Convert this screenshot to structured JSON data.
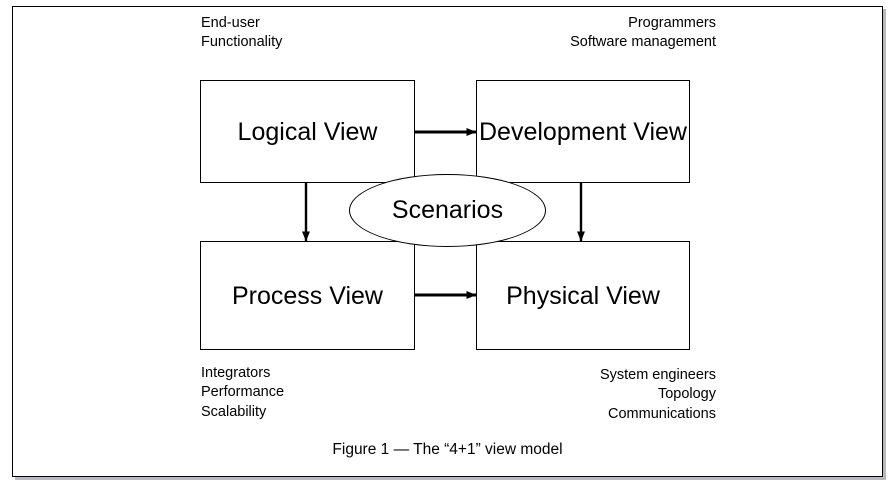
{
  "figure": {
    "caption": "Figure 1 — The “4+1” view model",
    "frame_color": "#000000",
    "background": "#ffffff"
  },
  "boxes": [
    {
      "id": "logical",
      "label": "Logical View"
    },
    {
      "id": "development",
      "label": "Development\nView"
    },
    {
      "id": "process",
      "label": "Process View"
    },
    {
      "id": "physical",
      "label": "Physical View"
    }
  ],
  "center": {
    "label": "Scenarios",
    "shape": "ellipse"
  },
  "annotations": {
    "top_left": "End-user\nFunctionality",
    "top_right": "Programmers\nSoftware management",
    "bottom_left": "Integrators\nPerformance\nScalability",
    "bottom_right": "System engineers\nTopology\nCommunications"
  },
  "arrows": [
    {
      "from": "logical",
      "to": "development",
      "direction": "right"
    },
    {
      "from": "process",
      "to": "physical",
      "direction": "right"
    },
    {
      "from": "logical",
      "to": "process",
      "direction": "down"
    },
    {
      "from": "development",
      "to": "physical",
      "direction": "down"
    }
  ]
}
